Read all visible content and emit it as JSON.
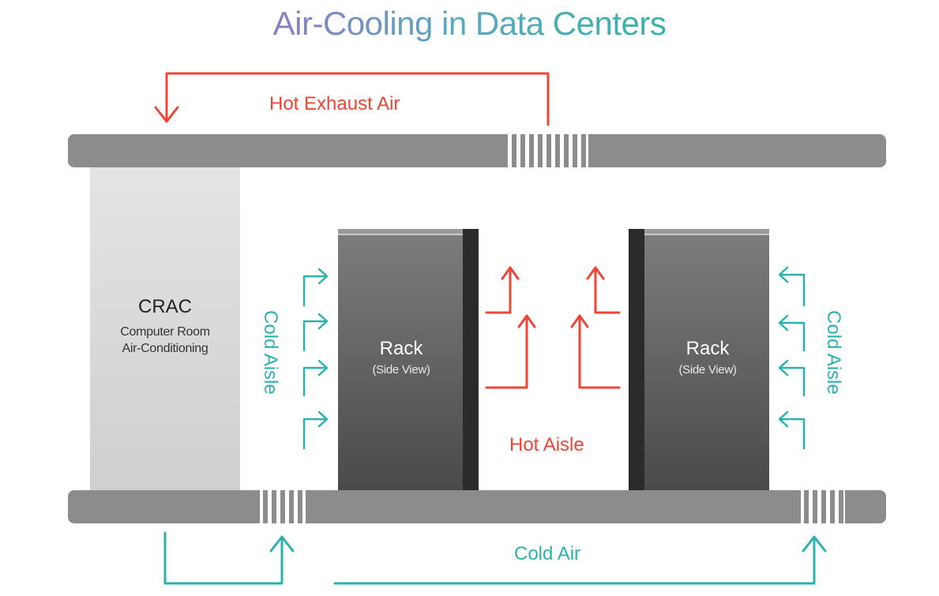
{
  "title": "Air-Cooling in Data Centers",
  "crac": {
    "name": "CRAC",
    "description_line1": "Computer Room",
    "description_line2": "Air-Conditioning"
  },
  "racks": [
    {
      "name": "Rack",
      "subtitle": "(Side View)"
    },
    {
      "name": "Rack",
      "subtitle": "(Side View)"
    }
  ],
  "labels": {
    "hot_exhaust_air": "Hot Exhaust Air",
    "hot_aisle": "Hot Aisle",
    "cold_air": "Cold Air",
    "cold_aisle_left": "Cold Aisle",
    "cold_aisle_right": "Cold Aisle"
  },
  "colors": {
    "hot": "#f04437",
    "cold": "#2ab3ad",
    "floor": "#8c8c8c",
    "crac": "#d6d6d6",
    "rack": "#5f5f5f"
  }
}
